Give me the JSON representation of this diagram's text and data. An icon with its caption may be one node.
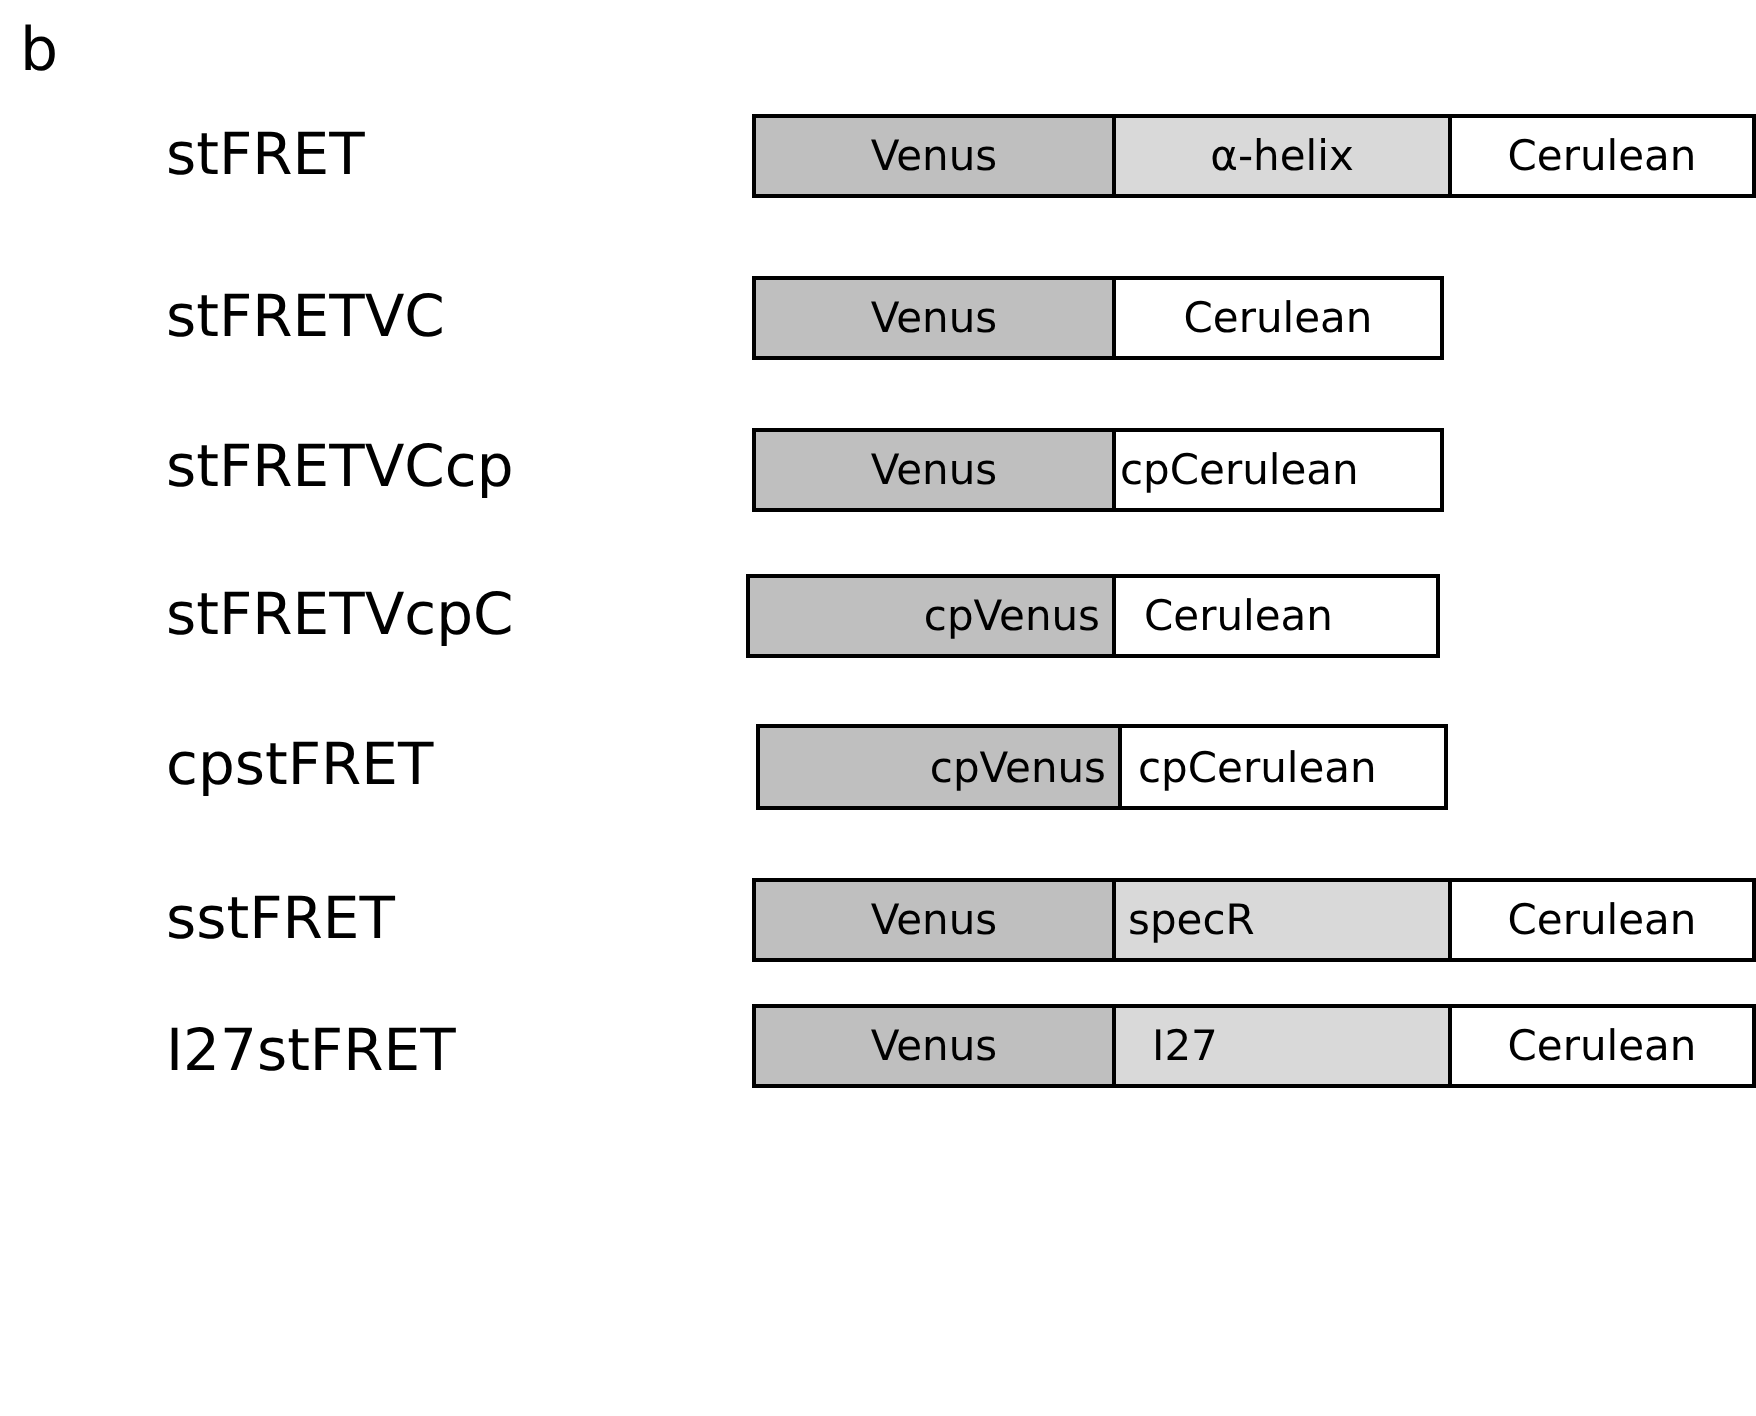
{
  "diagram": {
    "nodes": [
      {
        "text": [
          "Venus"
        ]
      },
      {
        "text": [
          "α-helix"
        ]
      },
      {
        "text": [
          "Cerulean"
        ]
      },
      {
        "text": [
          "Venus"
        ]
      },
      {
        "text": [
          "Cerulean"
        ]
      },
      {
        "text": [
          "Venus"
        ]
      },
      {
        "text": [
          "cpCerulean"
        ]
      },
      {
        "text": [
          "cpVenus"
        ]
      },
      {
        "text": [
          "Cerulean"
        ]
      },
      {
        "text": [
          "cpVenus"
        ]
      },
      {
        "text": [
          "cpCerulean"
        ]
      },
      {
        "text": [
          "Venus"
        ]
      },
      {
        "text": [
          "specR"
        ]
      },
      {
        "text": [
          "Cerulean"
        ]
      },
      {
        "text": [
          "Venus"
        ]
      },
      {
        "text": [
          "I27"
        ]
      },
      {
        "text": [
          "Cerulean"
        ]
      }
    ],
    "labels": [
      "b",
      "stFRET",
      "stFRETVC",
      "stFRETVCcp",
      "stFRETVcpC",
      "cpstFRET",
      "sstFRET",
      "I27stFRET"
    ]
  }
}
